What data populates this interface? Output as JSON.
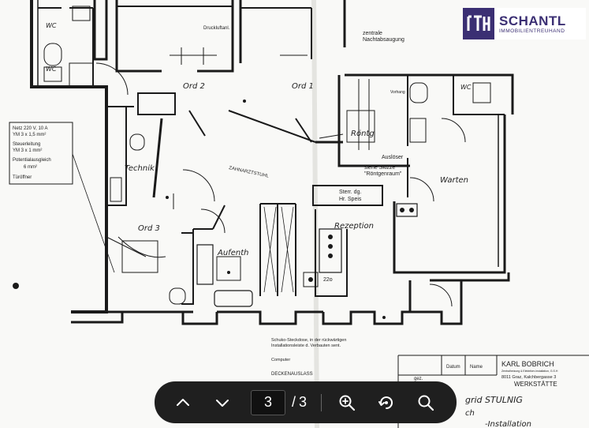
{
  "brand": {
    "name": "SCHANTL",
    "subtitle": "IMMOBILIENTREUHAND",
    "mark": "ITH",
    "color": "#3b2f73"
  },
  "plan": {
    "rooms": {
      "ord1": "Ord 1",
      "ord2": "Ord 2",
      "ord3": "Ord 3",
      "technik": "Technik",
      "roentgen": "Röntg",
      "warten": "Warten",
      "rezeption": "Rezeption",
      "aufenth": "Aufenth",
      "wc1": "WC",
      "wc2": "WC",
      "wc3": "WC"
    },
    "notes": {
      "zentrale_line1": "zentrale",
      "zentrale_line2": "Nachtabsaugung",
      "ausloeser": "Auslöser",
      "skizze_line1": "siehe Skizze",
      "skizze_line2": "\"Röntgenraum\"",
      "sterr_line1": "Sterr. dg.",
      "sterr_line2": "Hr. Speis",
      "zahnarzt": "ZAHNARZTSTUHL",
      "drucker": "Druckluftanl.",
      "q22": "22o",
      "vorhang": "Vorhang"
    },
    "legend": {
      "line1": "Netz 220 V, 10 A",
      "line2": "YM 3 x 1,5 mm²",
      "line3": "Steuerleitung",
      "line4": "YM 3 x 1 mm²",
      "line5": "Potentialausgleich",
      "line6": "6 mm²",
      "line7": "Türöffner"
    },
    "bottom_legend": {
      "item1_line1": "Schuko-Steckdose, in der rückwärtigen",
      "item1_line2": "Installationsleiste d. Verbauten sent.",
      "item2": "Computer",
      "item3": "DECKENAUSLASS"
    },
    "title_block": {
      "datum": "Datum",
      "name": "Name",
      "gez": "gez.",
      "company": "KARL BOBRICH",
      "company_sub": "Zentralheizung & Elektriker-Installation, G.S.H",
      "address": "8011 Graz, Kalchbergasse 3",
      "werkstatte": "WERKSTÄTTE",
      "client": "grid STULNIG",
      "client_line2": "ch",
      "project": "-Installation"
    }
  },
  "toolbar": {
    "current_page": "3",
    "separator": "/",
    "total_pages": "3",
    "icons": {
      "prev": "chevron-up-icon",
      "next": "chevron-down-icon",
      "zoom": "zoom-in-icon",
      "rotate": "rotate-icon",
      "search": "search-icon"
    }
  }
}
